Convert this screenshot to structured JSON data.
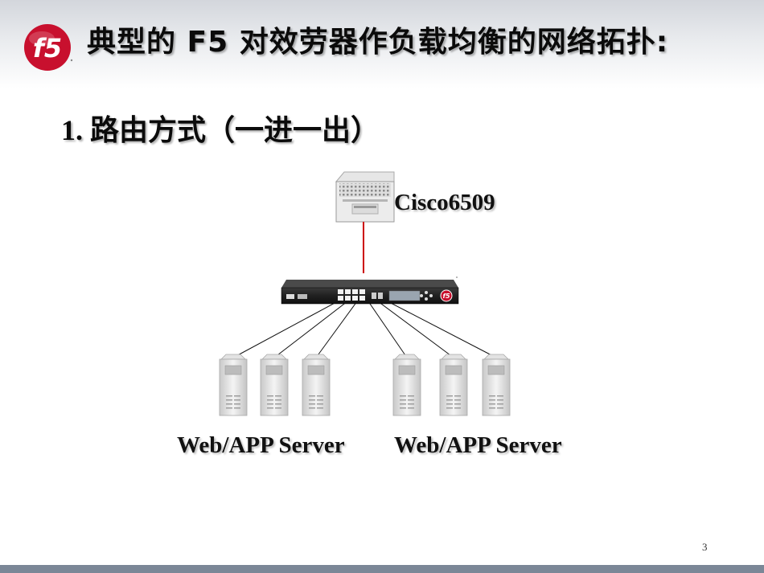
{
  "slide": {
    "title": "典型的 F5 对效劳器作负载均衡的网络拓扑:",
    "subtitle_number": "1.",
    "subtitle_text": "路由方式（一进一出）",
    "page_number": "3"
  },
  "logo": {
    "text": "f5",
    "color": "#c8102e"
  },
  "diagram": {
    "router": {
      "label": "Cisco6509"
    },
    "load_balancer": {
      "brand": "f5"
    },
    "server_groups": [
      {
        "label": "Web/APP Server",
        "server_count": 3
      },
      {
        "label": "Web/APP Server",
        "server_count": 3
      }
    ],
    "uplink_color": "#cc0000"
  }
}
